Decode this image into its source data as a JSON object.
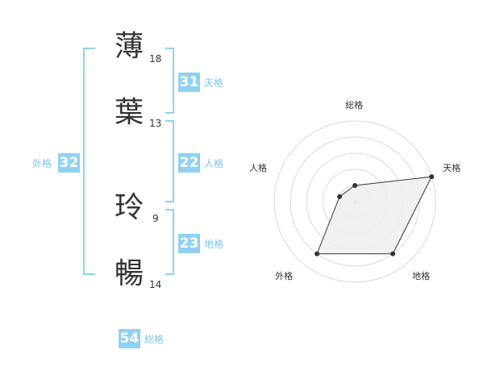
{
  "name": {
    "characters": [
      {
        "char": "薄",
        "strokes": "18"
      },
      {
        "char": "葉",
        "strokes": "13"
      },
      {
        "char": "玲",
        "strokes": "9"
      },
      {
        "char": "暢",
        "strokes": "14"
      }
    ]
  },
  "fortunes": {
    "tenkaku": {
      "value": "31",
      "label": "天格"
    },
    "jinkaku": {
      "value": "22",
      "label": "人格"
    },
    "chikaku": {
      "value": "23",
      "label": "地格"
    },
    "gaikaku": {
      "value": "32",
      "label": "外格"
    },
    "soukaku": {
      "value": "54",
      "label": "総格"
    }
  },
  "radar": {
    "axes": [
      "総格",
      "天格",
      "地格",
      "外格",
      "人格"
    ],
    "levels": 5,
    "values": [
      0.2,
      1.0,
      0.8,
      0.8,
      0.2
    ],
    "colors": {
      "grid": "#d9d9d9",
      "fill": "#eeeeee",
      "stroke": "#333333",
      "point": "#333333",
      "center": "#cccccc"
    }
  },
  "colors": {
    "accent": "#8fd1f3",
    "label": "#7dc6ee",
    "bracket": "#8fd1f3"
  }
}
